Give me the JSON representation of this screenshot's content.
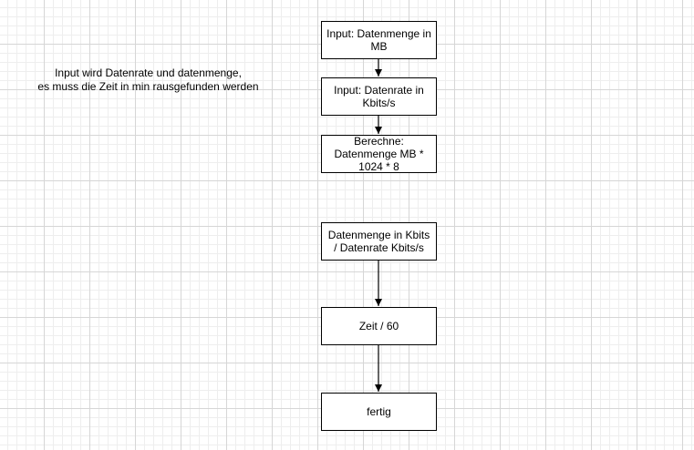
{
  "note": {
    "line1": "Input wird Datenrate und datenmenge,",
    "line2": "es muss die Zeit in min rausgefunden werden"
  },
  "flow": {
    "steps": [
      "Input: Datenmenge in MB",
      "Input: Datenrate in Kbits/s",
      "Berechne: Datenmenge MB * 1024 * 8",
      "Datenmenge in Kbits / Datenrate Kbits/s",
      "Zeit / 60",
      "fertig"
    ]
  },
  "colors": {
    "stroke": "#000000",
    "box_fill": "#ffffff",
    "grid": "#d6d6d6"
  }
}
